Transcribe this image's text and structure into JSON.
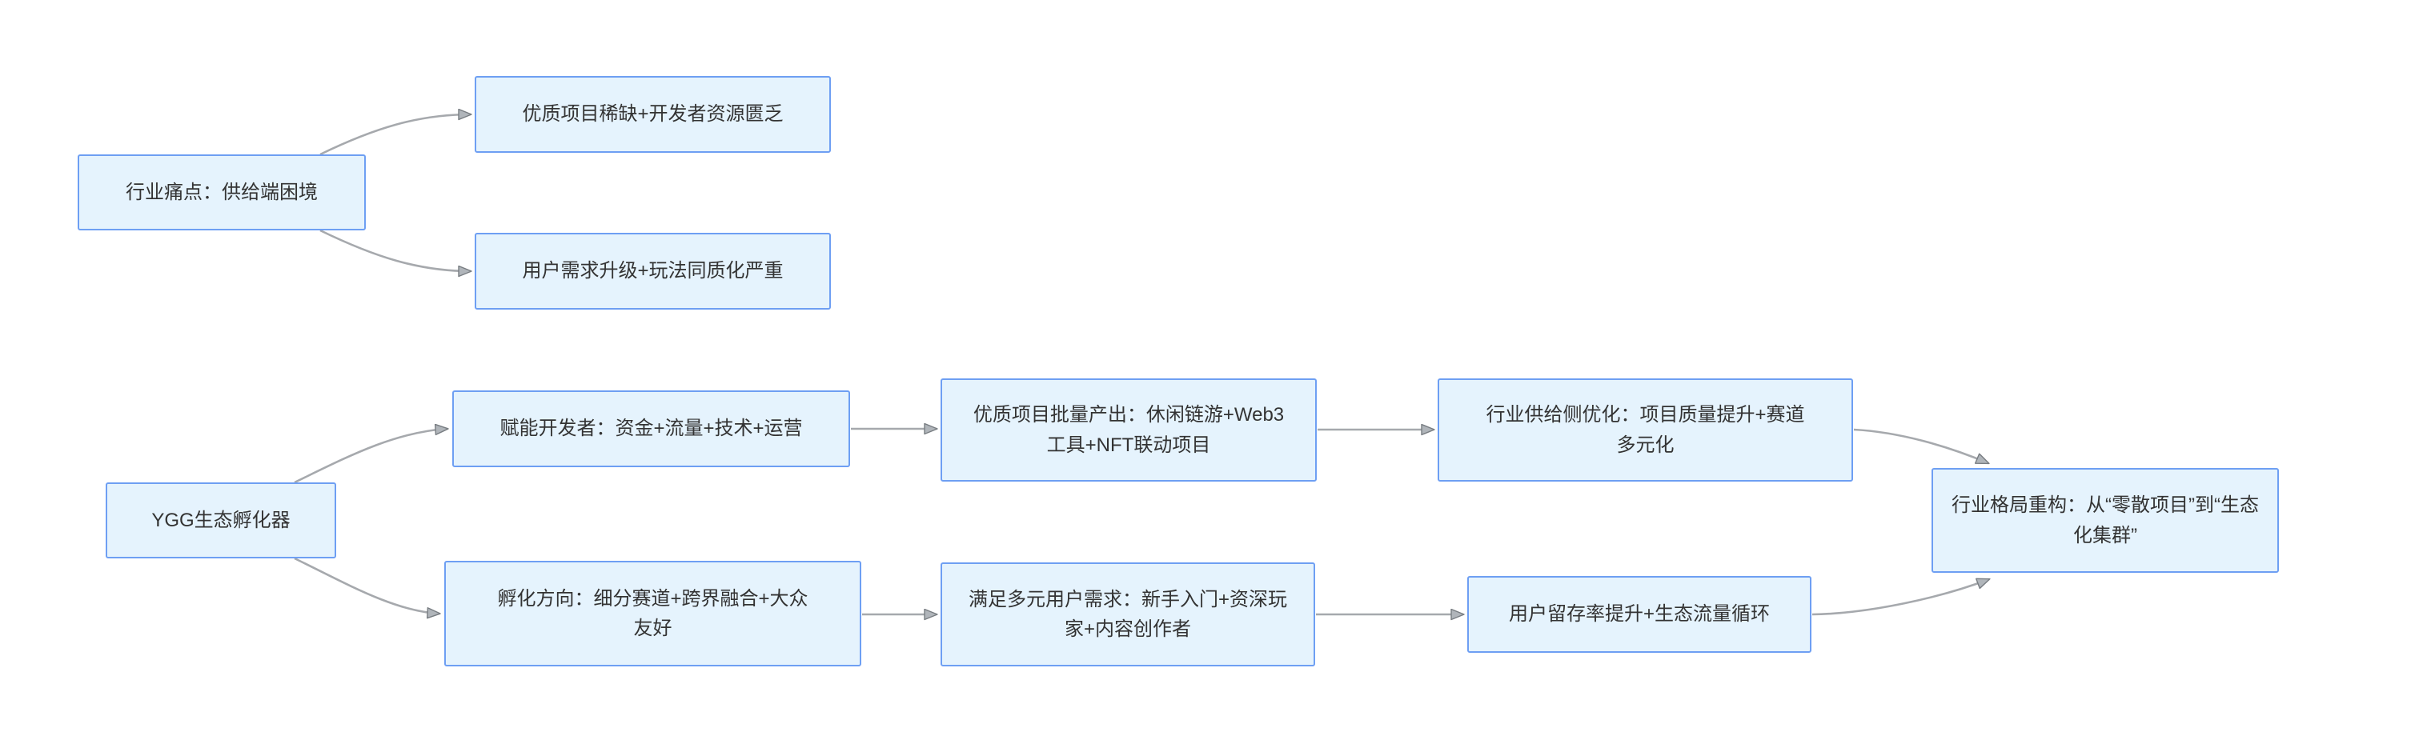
{
  "diagram": {
    "background_color": "#ffffff",
    "node_fill_color": "#e5f3fd",
    "node_border_color": "#6e9ff3",
    "node_text_color": "#333333",
    "edge_color": "#a6a9ad",
    "nodes": {
      "pain": {
        "label": "行业痛点：供给端困境"
      },
      "scarcity": {
        "label": "优质项目稀缺+开发者资源匮乏"
      },
      "demand": {
        "label": "用户需求升级+玩法同质化严重"
      },
      "ygg": {
        "label": "YGG生态孵化器"
      },
      "empower": {
        "label": "赋能开发者：资金+流量+技术+运营"
      },
      "direction": {
        "label": "孵化方向：细分赛道+跨界融合+大众\n友好"
      },
      "output": {
        "label": "优质项目批量产出：休闲链游+Web3\n工具+NFT联动项目"
      },
      "users": {
        "label": "满足多元用户需求：新手入门+资深玩\n家+内容创作者"
      },
      "optimize": {
        "label": "行业供给侧优化：项目质量提升+赛道\n多元化"
      },
      "retention": {
        "label": "用户留存率提升+生态流量循环"
      },
      "restructure": {
        "label": "行业格局重构：从“零散项目”到“生态\n化集群”"
      }
    },
    "edges": [
      {
        "from": "pain",
        "to": "scarcity"
      },
      {
        "from": "pain",
        "to": "demand"
      },
      {
        "from": "ygg",
        "to": "empower"
      },
      {
        "from": "ygg",
        "to": "direction"
      },
      {
        "from": "empower",
        "to": "output"
      },
      {
        "from": "direction",
        "to": "users"
      },
      {
        "from": "output",
        "to": "optimize"
      },
      {
        "from": "users",
        "to": "retention"
      },
      {
        "from": "optimize",
        "to": "restructure"
      },
      {
        "from": "retention",
        "to": "restructure"
      }
    ]
  }
}
